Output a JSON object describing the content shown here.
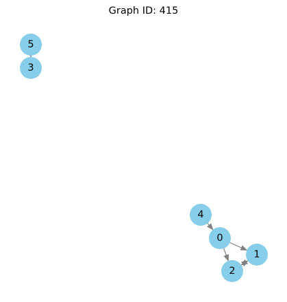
{
  "title": "Graph ID: 415",
  "colors": {
    "node": "#87ceeb",
    "edge": "#808080",
    "background": "#ffffff"
  },
  "graph": {
    "directed": true,
    "nodes": [
      {
        "id": "0",
        "label": "0"
      },
      {
        "id": "1",
        "label": "1"
      },
      {
        "id": "2",
        "label": "2"
      },
      {
        "id": "3",
        "label": "3"
      },
      {
        "id": "4",
        "label": "4"
      },
      {
        "id": "5",
        "label": "5"
      }
    ],
    "edges": [
      {
        "source": "4",
        "target": "0"
      },
      {
        "source": "0",
        "target": "1"
      },
      {
        "source": "0",
        "target": "2"
      },
      {
        "source": "1",
        "target": "2"
      },
      {
        "source": "2",
        "target": "1"
      },
      {
        "source": "5",
        "target": "3"
      }
    ]
  }
}
